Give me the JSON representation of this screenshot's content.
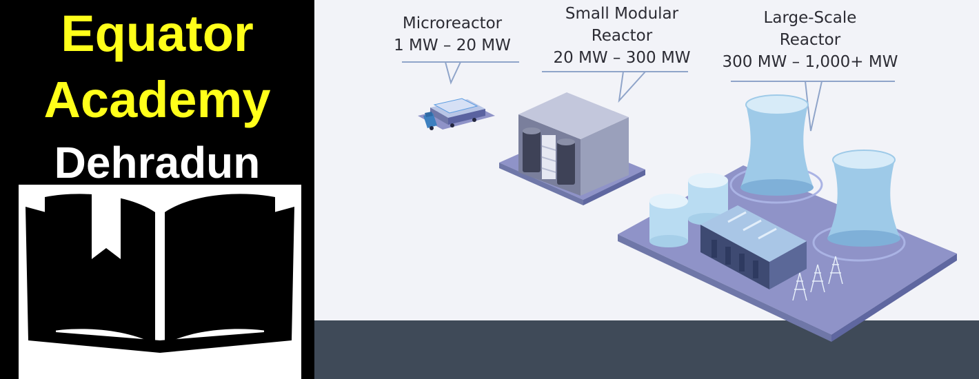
{
  "brand": {
    "line1": "Equator",
    "line2": "Academy",
    "line3": "Dehradun",
    "line1_color": "#ffff1a",
    "line3_color": "#ffffff",
    "logo_icon": "open-book-bookmark-icon"
  },
  "reactors": [
    {
      "name": "Microreactor",
      "name_line2": "",
      "range": "1 MW – 20 MW",
      "icon": "truck-microreactor-icon"
    },
    {
      "name": "Small Modular",
      "name_line2": "Reactor",
      "range": "20 MW – 300 MW",
      "icon": "modular-building-icon"
    },
    {
      "name": "Large-Scale",
      "name_line2": "Reactor",
      "range": "300 MW – 1,000+ MW",
      "icon": "cooling-tower-plant-icon"
    }
  ],
  "colors": {
    "background": "#f2f3f8",
    "ground": "#3f4a58",
    "illustration": "#8f93c8",
    "callout_line": "#8fa4c9"
  }
}
